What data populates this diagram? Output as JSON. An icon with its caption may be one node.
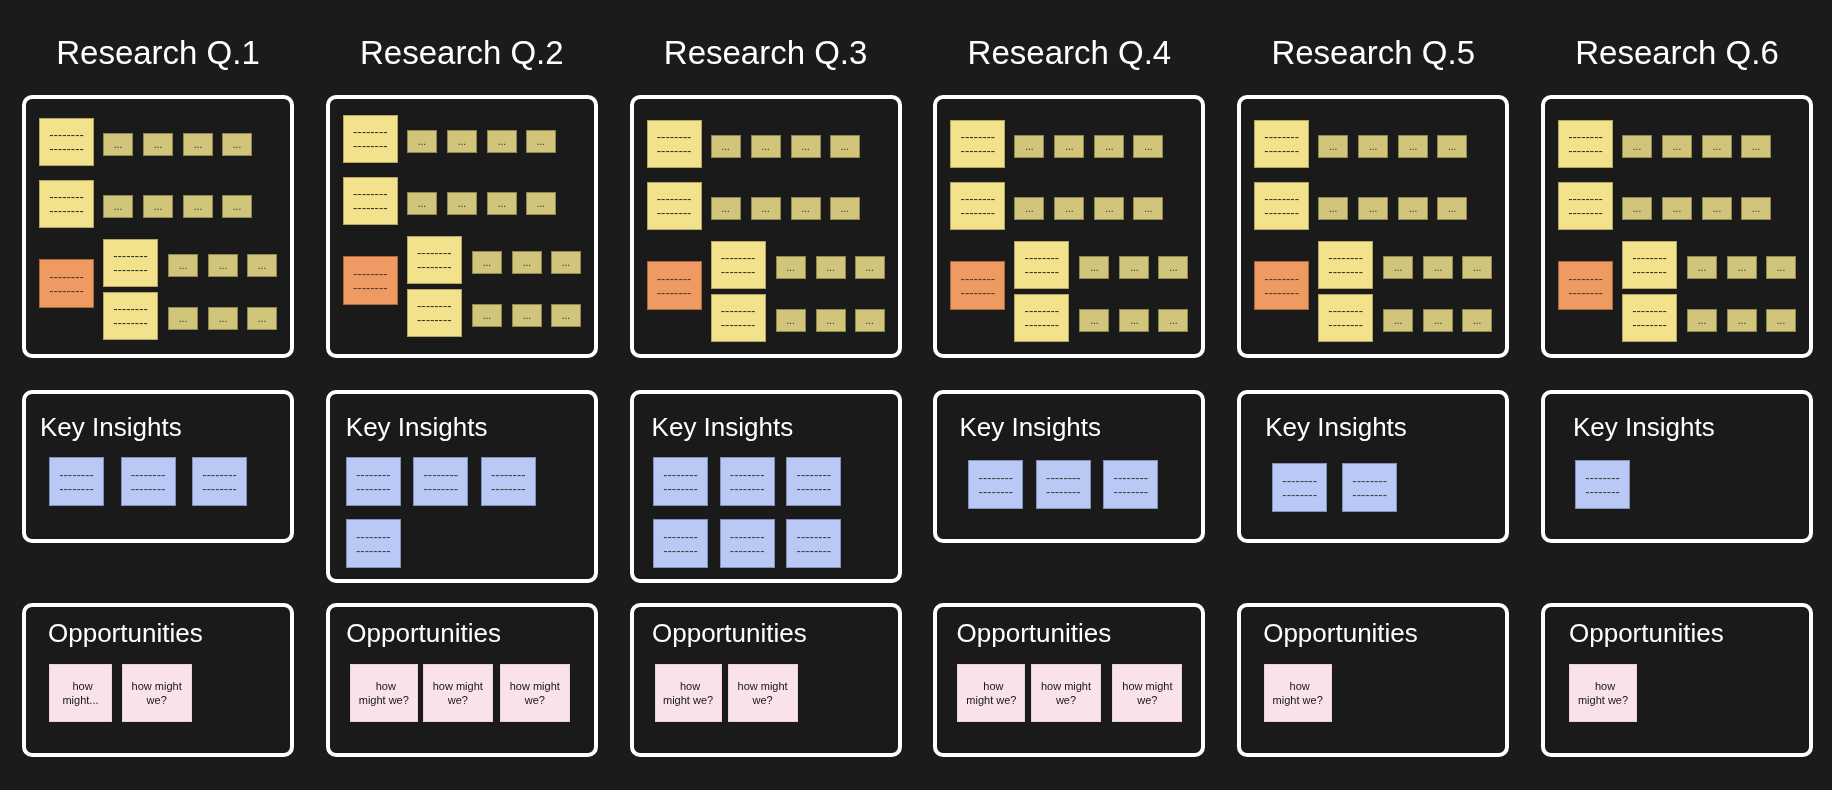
{
  "diagram": {
    "nodes": [
      {
        "text": [
          "Research Q.1"
        ]
      },
      {
        "text": [
          "-------- --------"
        ],
        "in": 0
      },
      {
        "text": [
          "..."
        ],
        "in": 0
      },
      {
        "text": [
          "..."
        ],
        "in": 0
      },
      {
        "text": [
          "..."
        ],
        "in": 0
      },
      {
        "text": [
          "..."
        ],
        "in": 0
      },
      {
        "text": [
          "-------- --------"
        ],
        "in": 0
      },
      {
        "text": [
          "..."
        ],
        "in": 0
      },
      {
        "text": [
          "..."
        ],
        "in": 0
      },
      {
        "text": [
          "..."
        ],
        "in": 0
      },
      {
        "text": [
          "..."
        ],
        "in": 0
      },
      {
        "text": [
          "-------- --------"
        ],
        "in": 0
      },
      {
        "text": [
          "-------- --------"
        ],
        "in": 0
      },
      {
        "text": [
          "..."
        ],
        "in": 0
      },
      {
        "text": [
          "..."
        ],
        "in": 0
      },
      {
        "text": [
          "..."
        ],
        "in": 0
      },
      {
        "text": [
          "-------- --------"
        ],
        "in": 0
      },
      {
        "text": [
          "..."
        ],
        "in": 0
      },
      {
        "text": [
          "..."
        ],
        "in": 0
      },
      {
        "text": [
          "..."
        ],
        "in": 0
      },
      {
        "text": [
          "Research Q.2"
        ]
      },
      {
        "text": [
          "-------- --------"
        ],
        "in": 20
      },
      {
        "text": [
          "..."
        ],
        "in": 20
      },
      {
        "text": [
          "..."
        ],
        "in": 20
      },
      {
        "text": [
          "..."
        ],
        "in": 20
      },
      {
        "text": [
          "..."
        ],
        "in": 20
      },
      {
        "text": [
          "-------- --------"
        ],
        "in": 20
      },
      {
        "text": [
          "..."
        ],
        "in": 20
      },
      {
        "text": [
          "..."
        ],
        "in": 20
      },
      {
        "text": [
          "..."
        ],
        "in": 20
      },
      {
        "text": [
          "..."
        ],
        "in": 20
      },
      {
        "text": [
          "-------- --------"
        ],
        "in": 20
      },
      {
        "text": [
          "-------- --------"
        ],
        "in": 20
      },
      {
        "text": [
          "..."
        ],
        "in": 20
      },
      {
        "text": [
          "..."
        ],
        "in": 20
      },
      {
        "text": [
          "..."
        ],
        "in": 20
      },
      {
        "text": [
          "-------- --------"
        ],
        "in": 20
      },
      {
        "text": [
          "..."
        ],
        "in": 20
      },
      {
        "text": [
          "..."
        ],
        "in": 20
      },
      {
        "text": [
          "..."
        ],
        "in": 20
      },
      {
        "text": [
          "Research Q.3"
        ]
      },
      {
        "text": [
          "-------- --------"
        ],
        "in": 40
      },
      {
        "text": [
          "..."
        ],
        "in": 40
      },
      {
        "text": [
          "..."
        ],
        "in": 40
      },
      {
        "text": [
          "..."
        ],
        "in": 40
      },
      {
        "text": [
          "..."
        ],
        "in": 40
      },
      {
        "text": [
          "-------- --------"
        ],
        "in": 40
      },
      {
        "text": [
          "..."
        ],
        "in": 40
      },
      {
        "text": [
          "..."
        ],
        "in": 40
      },
      {
        "text": [
          "..."
        ],
        "in": 40
      },
      {
        "text": [
          "..."
        ],
        "in": 40
      },
      {
        "text": [
          "-------- --------"
        ],
        "in": 40
      },
      {
        "text": [
          "-------- --------"
        ],
        "in": 40
      },
      {
        "text": [
          "..."
        ],
        "in": 40
      },
      {
        "text": [
          "..."
        ],
        "in": 40
      },
      {
        "text": [
          "..."
        ],
        "in": 40
      },
      {
        "text": [
          "-------- --------"
        ],
        "in": 40
      },
      {
        "text": [
          "..."
        ],
        "in": 40
      },
      {
        "text": [
          "..."
        ],
        "in": 40
      },
      {
        "text": [
          "..."
        ],
        "in": 40
      },
      {
        "text": [
          "Research Q.4"
        ]
      },
      {
        "text": [
          "-------- --------"
        ],
        "in": 60
      },
      {
        "text": [
          "..."
        ],
        "in": 60
      },
      {
        "text": [
          "..."
        ],
        "in": 60
      },
      {
        "text": [
          "..."
        ],
        "in": 60
      },
      {
        "text": [
          "..."
        ],
        "in": 60
      },
      {
        "text": [
          "-------- --------"
        ],
        "in": 60
      },
      {
        "text": [
          "..."
        ],
        "in": 60
      },
      {
        "text": [
          "..."
        ],
        "in": 60
      },
      {
        "text": [
          "..."
        ],
        "in": 60
      },
      {
        "text": [
          "..."
        ],
        "in": 60
      },
      {
        "text": [
          "-------- --------"
        ],
        "in": 60
      },
      {
        "text": [
          "-------- --------"
        ],
        "in": 60
      },
      {
        "text": [
          "..."
        ],
        "in": 60
      },
      {
        "text": [
          "..."
        ],
        "in": 60
      },
      {
        "text": [
          "..."
        ],
        "in": 60
      },
      {
        "text": [
          "-------- --------"
        ],
        "in": 60
      },
      {
        "text": [
          "..."
        ],
        "in": 60
      },
      {
        "text": [
          "..."
        ],
        "in": 60
      },
      {
        "text": [
          "..."
        ],
        "in": 60
      },
      {
        "text": [
          "Research Q.5"
        ]
      },
      {
        "text": [
          "-------- --------"
        ],
        "in": 80
      },
      {
        "text": [
          "..."
        ],
        "in": 80
      },
      {
        "text": [
          "..."
        ],
        "in": 80
      },
      {
        "text": [
          "..."
        ],
        "in": 80
      },
      {
        "text": [
          "..."
        ],
        "in": 80
      },
      {
        "text": [
          "-------- --------"
        ],
        "in": 80
      },
      {
        "text": [
          "..."
        ],
        "in": 80
      },
      {
        "text": [
          "..."
        ],
        "in": 80
      },
      {
        "text": [
          "..."
        ],
        "in": 80
      },
      {
        "text": [
          "..."
        ],
        "in": 80
      },
      {
        "text": [
          "-------- --------"
        ],
        "in": 80
      },
      {
        "text": [
          "-------- --------"
        ],
        "in": 80
      },
      {
        "text": [
          "..."
        ],
        "in": 80
      },
      {
        "text": [
          "..."
        ],
        "in": 80
      },
      {
        "text": [
          "..."
        ],
        "in": 80
      },
      {
        "text": [
          "-------- --------"
        ],
        "in": 80
      },
      {
        "text": [
          "..."
        ],
        "in": 80
      },
      {
        "text": [
          "..."
        ],
        "in": 80
      },
      {
        "text": [
          "..."
        ],
        "in": 80
      },
      {
        "text": [
          "Research Q.6"
        ]
      },
      {
        "text": [
          "-------- --------"
        ],
        "in": 100
      },
      {
        "text": [
          "..."
        ],
        "in": 100
      },
      {
        "text": [
          "..."
        ],
        "in": 100
      },
      {
        "text": [
          "..."
        ],
        "in": 100
      },
      {
        "text": [
          "..."
        ],
        "in": 100
      },
      {
        "text": [
          "-------- --------"
        ],
        "in": 100
      },
      {
        "text": [
          "..."
        ],
        "in": 100
      },
      {
        "text": [
          "..."
        ],
        "in": 100
      },
      {
        "text": [
          "..."
        ],
        "in": 100
      },
      {
        "text": [
          "..."
        ],
        "in": 100
      },
      {
        "text": [
          "-------- --------"
        ],
        "in": 100
      },
      {
        "text": [
          "-------- --------"
        ],
        "in": 100
      },
      {
        "text": [
          "..."
        ],
        "in": 100
      },
      {
        "text": [
          "..."
        ],
        "in": 100
      },
      {
        "text": [
          "..."
        ],
        "in": 100
      },
      {
        "text": [
          "-------- --------"
        ],
        "in": 100
      },
      {
        "text": [
          "..."
        ],
        "in": 100
      },
      {
        "text": [
          "..."
        ],
        "in": 100
      },
      {
        "text": [
          "..."
        ],
        "in": 100
      },
      {
        "text": [
          "Key Insights"
        ]
      },
      {
        "text": [
          "-------- --------"
        ],
        "in": 120
      },
      {
        "text": [
          "-------- --------"
        ],
        "in": 120
      },
      {
        "text": [
          "-------- --------"
        ],
        "in": 120
      },
      {
        "text": [
          "Key Insights"
        ]
      },
      {
        "text": [
          "-------- --------"
        ],
        "in": 124
      },
      {
        "text": [
          "-------- --------"
        ],
        "in": 124
      },
      {
        "text": [
          "-------- --------"
        ],
        "in": 124
      },
      {
        "text": [
          "-------- --------"
        ],
        "in": 124
      },
      {
        "text": [
          "Key Insights"
        ]
      },
      {
        "text": [
          "-------- --------"
        ],
        "in": 129
      },
      {
        "text": [
          "-------- --------"
        ],
        "in": 129
      },
      {
        "text": [
          "-------- --------"
        ],
        "in": 129
      },
      {
        "text": [
          "-------- --------"
        ],
        "in": 129
      },
      {
        "text": [
          "-------- --------"
        ],
        "in": 129
      },
      {
        "text": [
          "-------- --------"
        ],
        "in": 129
      },
      {
        "text": [
          "Key Insights"
        ]
      },
      {
        "text": [
          "-------- --------"
        ],
        "in": 136
      },
      {
        "text": [
          "-------- --------"
        ],
        "in": 136
      },
      {
        "text": [
          "-------- --------"
        ],
        "in": 136
      },
      {
        "text": [
          "Key Insights"
        ]
      },
      {
        "text": [
          "-------- --------"
        ],
        "in": 140
      },
      {
        "text": [
          "-------- --------"
        ],
        "in": 140
      },
      {
        "text": [
          "Key Insights"
        ]
      },
      {
        "text": [
          "-------- --------"
        ],
        "in": 143
      },
      {
        "text": [
          "Opportunities"
        ]
      },
      {
        "text": [
          "how might..."
        ],
        "in": 145
      },
      {
        "text": [
          "how might we?"
        ],
        "in": 145
      },
      {
        "text": [
          "Opportunities"
        ]
      },
      {
        "text": [
          "how might we?"
        ],
        "in": 148
      },
      {
        "text": [
          "how might we?"
        ],
        "in": 148
      },
      {
        "text": [
          "how might we?"
        ],
        "in": 148
      },
      {
        "text": [
          "Opportunities"
        ]
      },
      {
        "text": [
          "how might we?"
        ],
        "in": 152
      },
      {
        "text": [
          "how might we?"
        ],
        "in": 152
      },
      {
        "text": [
          "Opportunities"
        ]
      },
      {
        "text": [
          "how might we?"
        ],
        "in": 155
      },
      {
        "text": [
          "how might we?"
        ],
        "in": 155
      },
      {
        "text": [
          "how might we?"
        ],
        "in": 155
      },
      {
        "text": [
          "Opportunities"
        ]
      },
      {
        "text": [
          "how might we?"
        ],
        "in": 159
      },
      {
        "text": [
          "Opportunities"
        ]
      },
      {
        "text": [
          "how might we?"
        ],
        "in": 161
      }
    ]
  }
}
